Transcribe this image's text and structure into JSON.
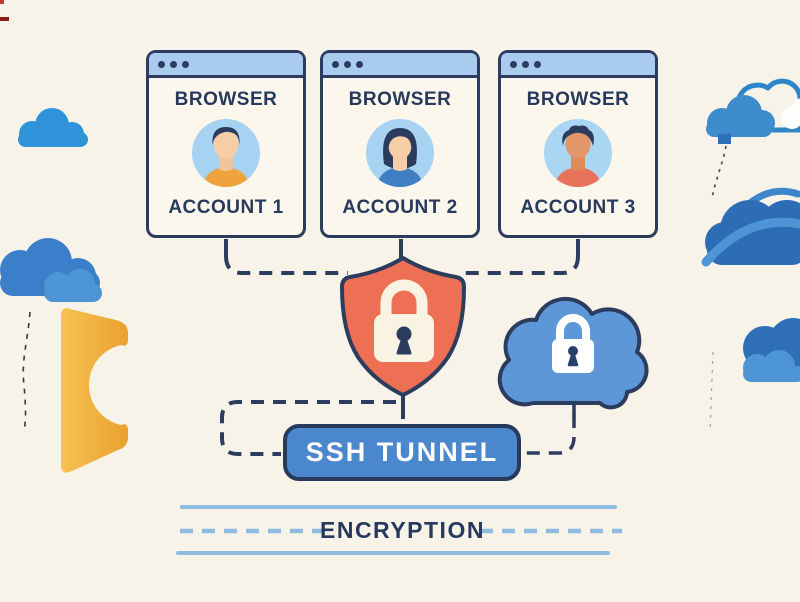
{
  "canvas": {
    "width": "800",
    "height": "602",
    "background": "#F8F3E8"
  },
  "palette": {
    "outline_navy": "#2B3C5E",
    "text_navy": "#27395C",
    "titlebar_blue": "#A9CBED",
    "window_bg": "#FCF7ED",
    "shield_orange": "#ED7054",
    "lock_cream": "#FAF3E3",
    "secure_cloud_blue": "#5D97D8",
    "tunnel_blue": "#4B87CD",
    "encryption_line_blue": "#8FBCE2",
    "decor_orange": "#F0AF3F",
    "decor_cloud_blue": "#2F6FB8"
  },
  "browsers": [
    {
      "title": "BROWSER",
      "account": "ACCOUNT 1",
      "avatar": "man-orange-shirt"
    },
    {
      "title": "BROWSER",
      "account": "ACCOUNT 2",
      "avatar": "woman-blue-shirt"
    },
    {
      "title": "BROWSER",
      "account": "ACCOUNT 3",
      "avatar": "man-coral-shirt"
    }
  ],
  "shield": {
    "meaning": "security-shield-with-lock"
  },
  "secure_cloud": {
    "meaning": "cloud-with-lock"
  },
  "tunnel": {
    "label": "SSH TUNNEL"
  },
  "encryption": {
    "label": "ENCRYPTION"
  }
}
